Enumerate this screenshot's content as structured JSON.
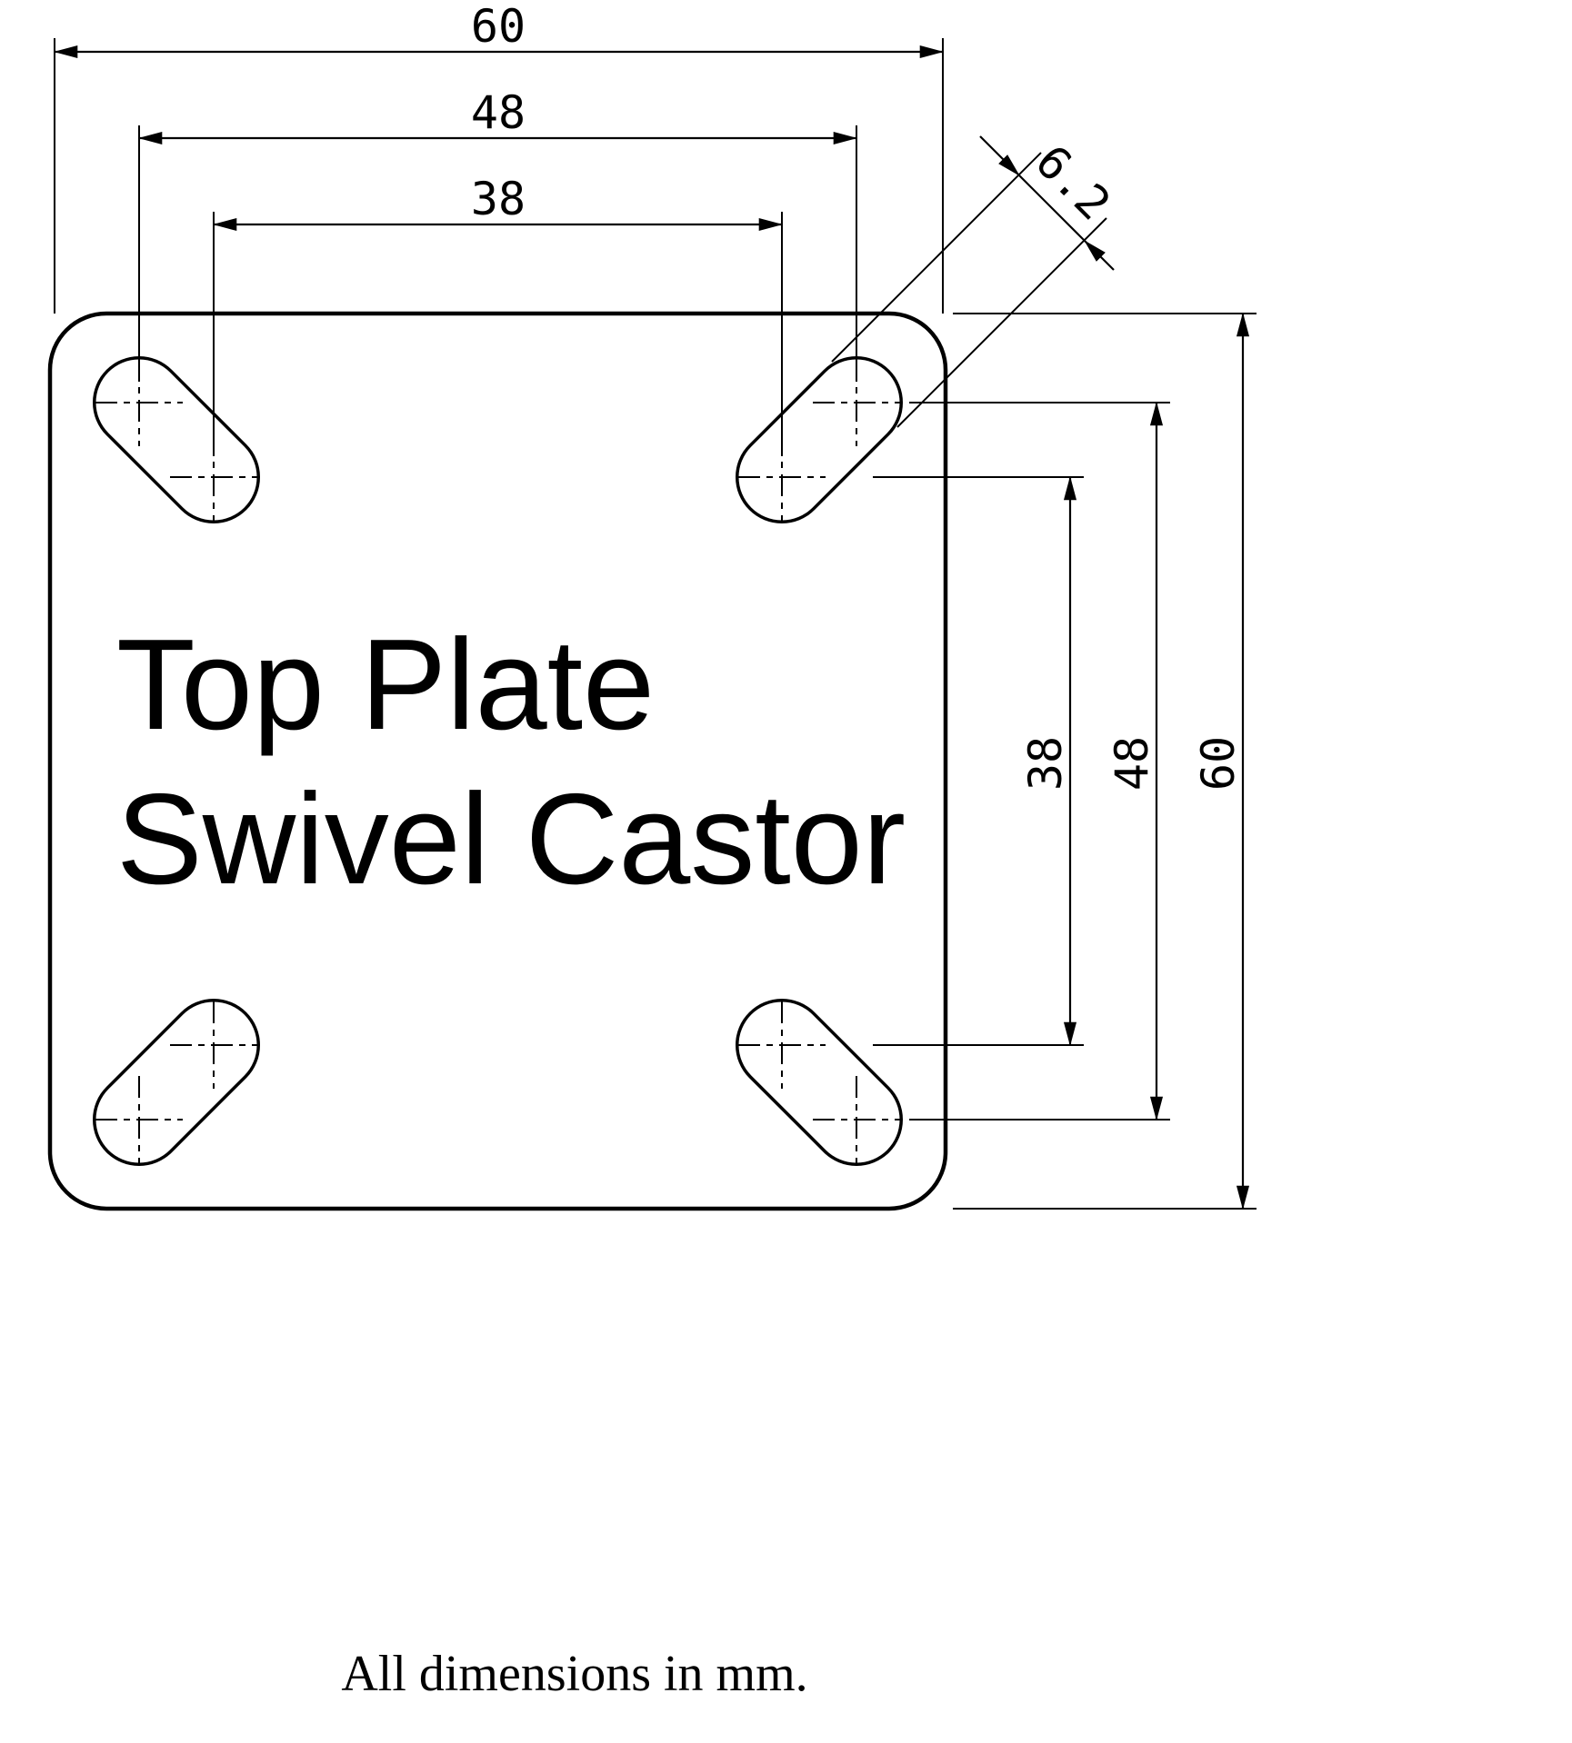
{
  "drawing": {
    "title_line1": "Top Plate",
    "title_line2": "Swivel Castor",
    "note": "All dimensions in mm.",
    "dims": {
      "width_overall": "60",
      "width_bolt_outer": "48",
      "width_bolt_inner": "38",
      "height_overall": "60",
      "height_bolt_outer": "48",
      "height_bolt_inner": "38",
      "slot_width": "6.2"
    }
  }
}
